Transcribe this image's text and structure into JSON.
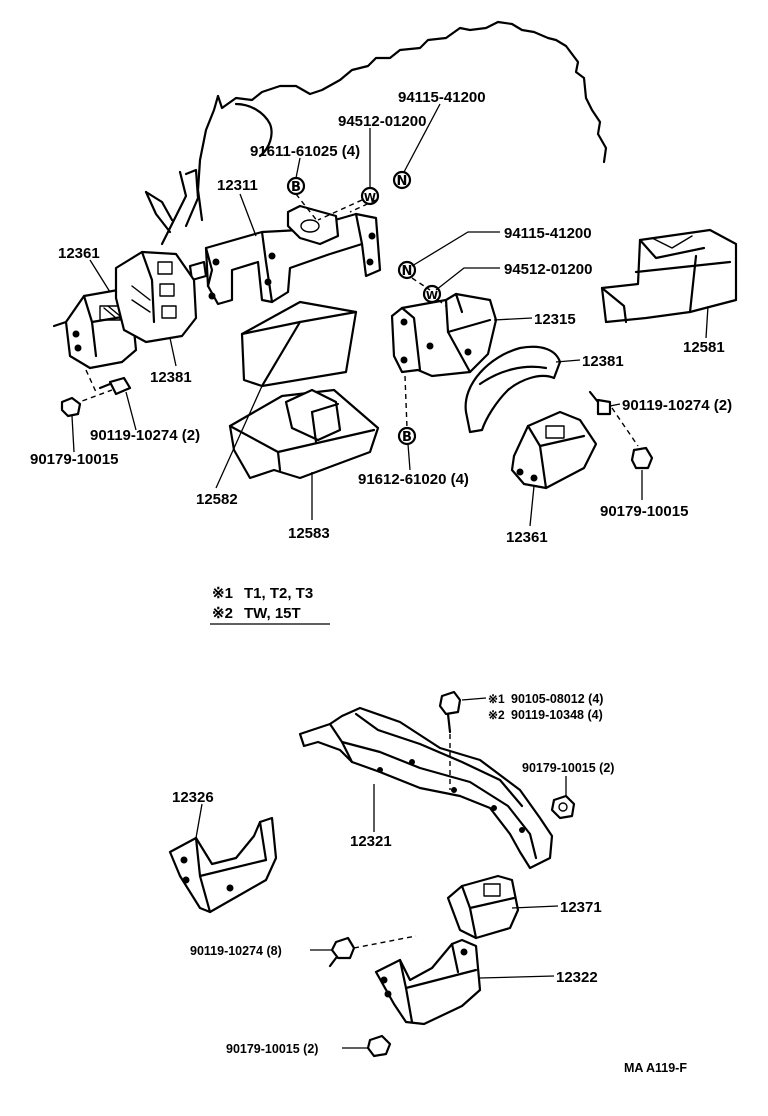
{
  "labels": {
    "p94115_top": "94115-41200",
    "p94512_top": "94512-01200",
    "p91611": "91611-61025 (4)",
    "p12311": "12311",
    "p12361_left": "12361",
    "p12381_left": "12381",
    "p90119_left": "90119-10274 (2)",
    "p90179_left": "90179-10015",
    "p12582": "12582",
    "p12583": "12583",
    "p94115_mid": "94115-41200",
    "p94512_mid": "94512-01200",
    "p12315": "12315",
    "p12381_right": "12381",
    "p12581": "12581",
    "p90119_right": "90119-10274 (2)",
    "p91612": "91612-61020 (4)",
    "p90179_right": "90179-10015",
    "p12361_right": "12361",
    "p90105": "90105-08012 (4)",
    "p90119_10348": "90119-10348 (4)",
    "p90179_2_top": "90179-10015 (2)",
    "p12326": "12326",
    "p12321": "12321",
    "p12371": "12371",
    "p90119_8": "90119-10274 (8)",
    "p12322": "12322",
    "p90179_2_bot": "90179-10015 (2)"
  },
  "callouts": {
    "b_top": "B",
    "w_top": "W",
    "n_top": "N",
    "n_mid": "N",
    "w_mid": "W",
    "b_mid": "B"
  },
  "notes": {
    "note1_mark": "※1",
    "note1_text": "T1, T2, T3",
    "note2_mark": "※2",
    "note2_text": "TW, 15T",
    "ref_mark1": "※1",
    "ref_mark2": "※2"
  },
  "figure_code": "MA A119-F"
}
